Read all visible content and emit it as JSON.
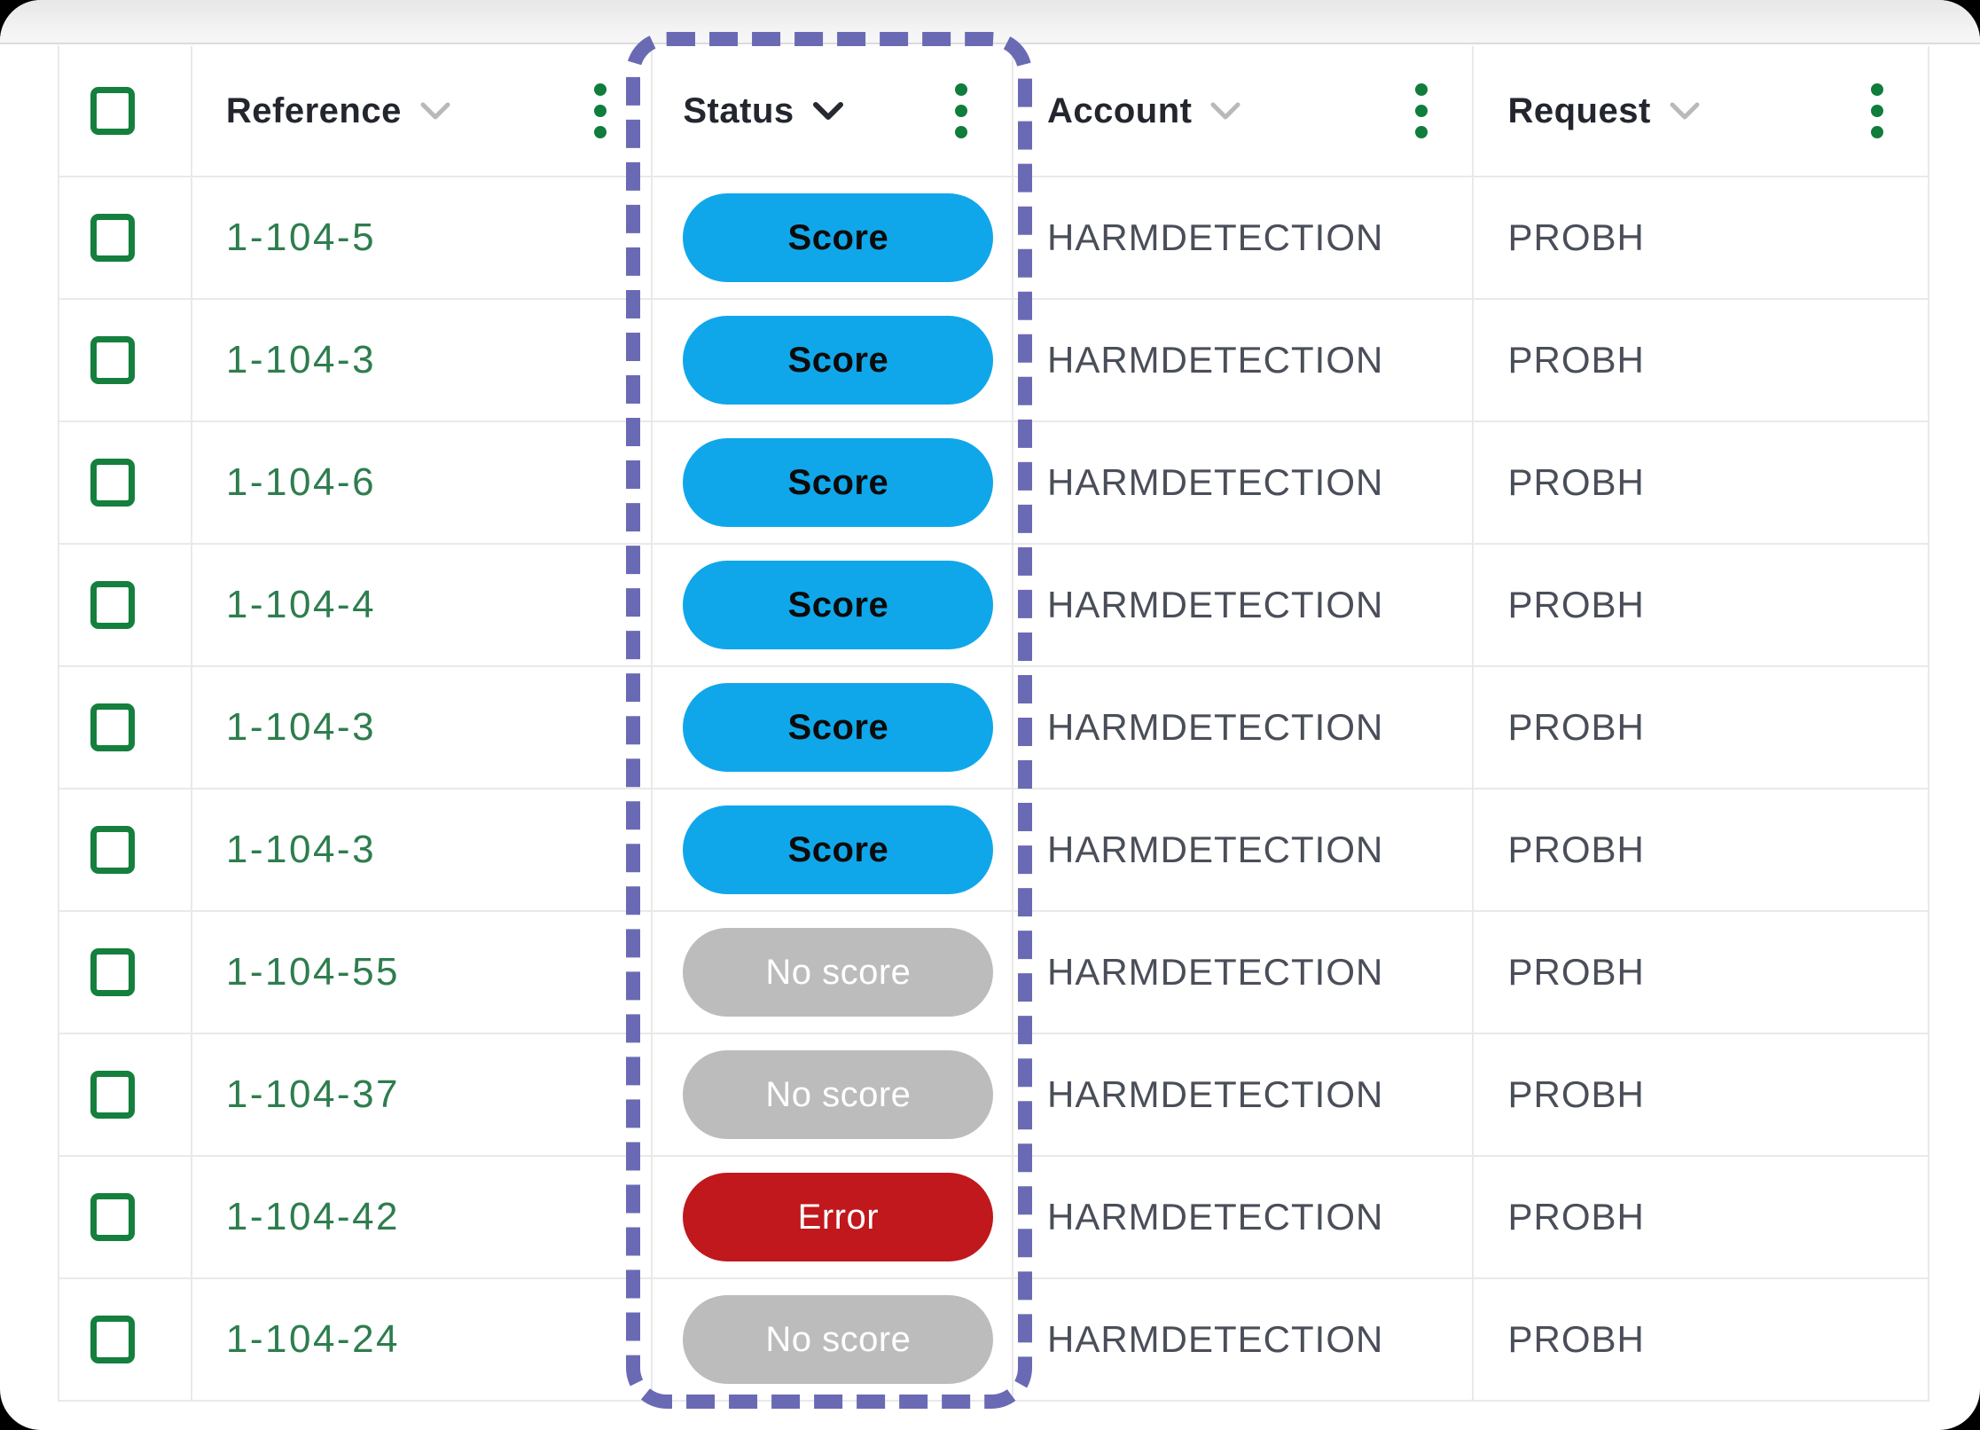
{
  "table": {
    "columns": [
      {
        "label": "Reference"
      },
      {
        "label": "Status"
      },
      {
        "label": "Account"
      },
      {
        "label": "Request"
      }
    ],
    "rows": [
      {
        "reference": "1-104-5",
        "status": "Score",
        "account": "HARMDETECTION",
        "request": "PROBH"
      },
      {
        "reference": "1-104-3",
        "status": "Score",
        "account": "HARMDETECTION",
        "request": "PROBH"
      },
      {
        "reference": "1-104-6",
        "status": "Score",
        "account": "HARMDETECTION",
        "request": "PROBH"
      },
      {
        "reference": "1-104-4",
        "status": "Score",
        "account": "HARMDETECTION",
        "request": "PROBH"
      },
      {
        "reference": "1-104-3",
        "status": "Score",
        "account": "HARMDETECTION",
        "request": "PROBH"
      },
      {
        "reference": "1-104-3",
        "status": "Score",
        "account": "HARMDETECTION",
        "request": "PROBH"
      },
      {
        "reference": "1-104-55",
        "status": "No score",
        "account": "HARMDETECTION",
        "request": "PROBH"
      },
      {
        "reference": "1-104-37",
        "status": "No score",
        "account": "HARMDETECTION",
        "request": "PROBH"
      },
      {
        "reference": "1-104-42",
        "status": "Error",
        "account": "HARMDETECTION",
        "request": "PROBH"
      },
      {
        "reference": "1-104-24",
        "status": "No score",
        "account": "HARMDETECTION",
        "request": "PROBH"
      }
    ]
  },
  "status_legend": [
    "Score",
    "No score",
    "Error"
  ],
  "colors": {
    "score_badge": "#10A7EA",
    "no_score_badge": "#BCBCBC",
    "error_badge": "#C0181C",
    "highlight_border": "#6A6AB4",
    "accent_green": "#157F3E",
    "reference_link_green": "#2E7D4E"
  }
}
